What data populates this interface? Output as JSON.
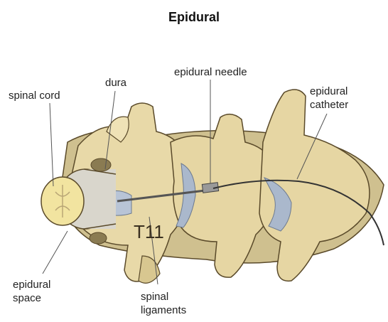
{
  "title": "Epidural",
  "labels": {
    "spinal_cord": "spinal cord",
    "dura": "dura",
    "epidural_needle": "epidural needle",
    "epidural_catheter_line1": "epidural",
    "epidural_catheter_line2": "catheter",
    "epidural_space_line1": "epidural",
    "epidural_space_line2": "space",
    "spinal_ligaments_line1": "spinal",
    "spinal_ligaments_line2": "ligaments",
    "vertebra": "T11"
  },
  "colors": {
    "bone": "#e8d9a8",
    "bone_shadow": "#b9a676",
    "ligament": "#aab8cc",
    "cord": "#f2e4a0",
    "dura": "#d9d6cc",
    "outline": "#5a4a2a"
  }
}
